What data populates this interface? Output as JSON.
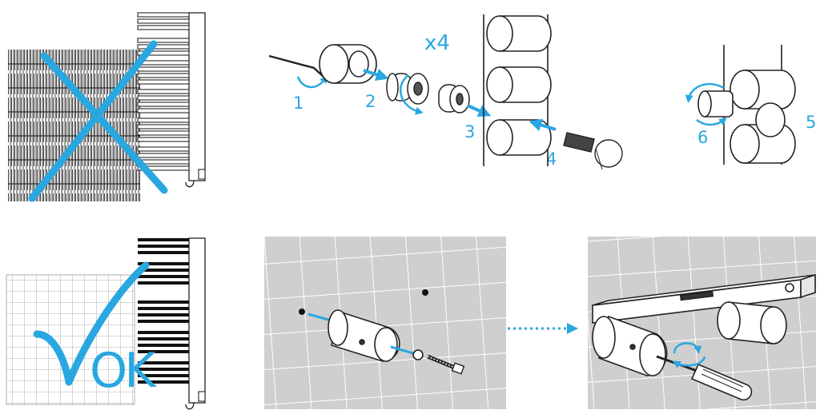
{
  "colors": {
    "accent": "#29a7e1",
    "line": "#222222",
    "wall": "#cfcfcf",
    "grout": "#ffffff"
  },
  "panels": {
    "wrong": {
      "icon": "cross-mark-icon"
    },
    "right": {
      "icon": "check-mark-icon",
      "text": "OK"
    }
  },
  "assembly": {
    "quantity": "x4",
    "steps": [
      "1",
      "2",
      "3",
      "4",
      "5",
      "6"
    ]
  },
  "mounting": {
    "icons": [
      "wall-drill-holes-icon",
      "spirit-level-icon",
      "screwdriver-icon"
    ]
  }
}
